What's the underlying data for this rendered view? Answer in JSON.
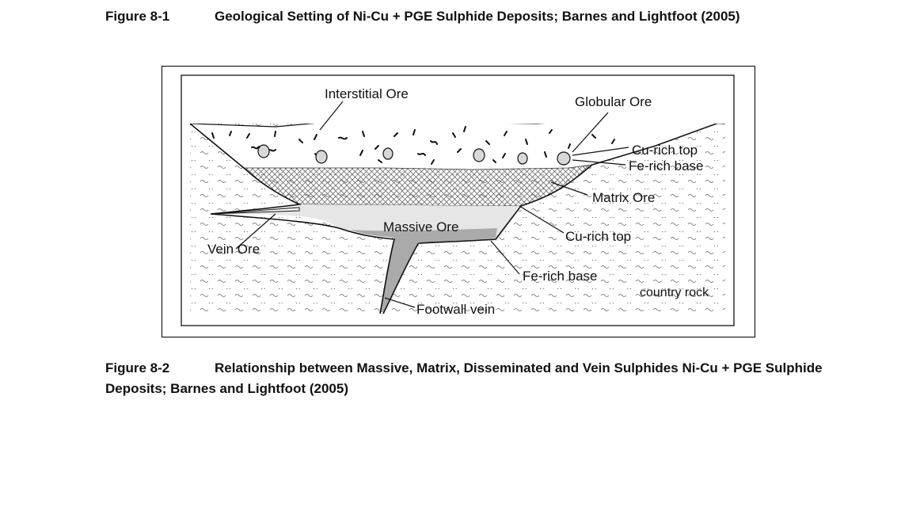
{
  "figure_8_1": {
    "number": "Figure 8-1",
    "title": "Geological Setting of Ni-Cu + PGE Sulphide Deposits; Barnes and Lightfoot (2005)"
  },
  "figure_8_2": {
    "number": "Figure 8-2",
    "title": "Relationship between Massive, Matrix, Disseminated and Vein Sulphides Ni-Cu + PGE Sulphide Deposits; Barnes and Lightfoot (2005)"
  },
  "diagram": {
    "labels": {
      "interstitial_ore": "Interstitial Ore",
      "globular_ore": "Globular Ore",
      "cu_rich_top_upper": "Cu-rich top",
      "fe_rich_base_upper": "Fe-rich base",
      "matrix_ore": "Matrix Ore",
      "massive_ore": "Massive Ore",
      "cu_rich_top_lower": "Cu-rich top",
      "vein_ore": "Vein Ore",
      "fe_rich_base_lower": "Fe-rich base",
      "country_rock": "country rock",
      "footwall_vein": "Footwall vein"
    }
  }
}
